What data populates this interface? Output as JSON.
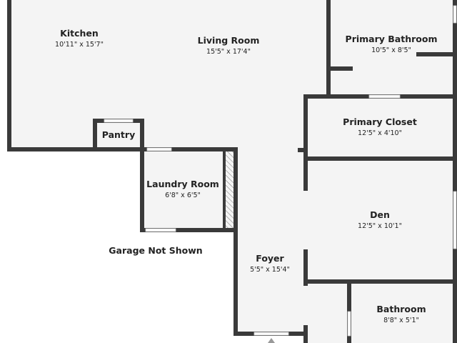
{
  "colors": {
    "wall": "#3a3a3a",
    "floor": "#f4f4f4",
    "background": "#ffffff"
  },
  "rooms": [
    {
      "name": "Kitchen",
      "dims": "10'11\" x 15'7\""
    },
    {
      "name": "Living Room",
      "dims": "15'5\" x 17'4\""
    },
    {
      "name": "Primary Bathroom",
      "dims": "10'5\" x 8'5\""
    },
    {
      "name": "Pantry"
    },
    {
      "name": "Primary Closet",
      "dims": "12'5\" x 4'10\""
    },
    {
      "name": "Laundry Room",
      "dims": "6'8\" x 6'5\""
    },
    {
      "name": "Den",
      "dims": "12'5\" x 10'1\""
    },
    {
      "name": "Foyer",
      "dims": "5'5\" x 15'4\""
    },
    {
      "name": "Bathroom",
      "dims": "8'8\" x 5'1\""
    }
  ],
  "notes": {
    "garage": "Garage Not Shown"
  },
  "icons": {
    "entry": "entry-arrow-icon"
  }
}
